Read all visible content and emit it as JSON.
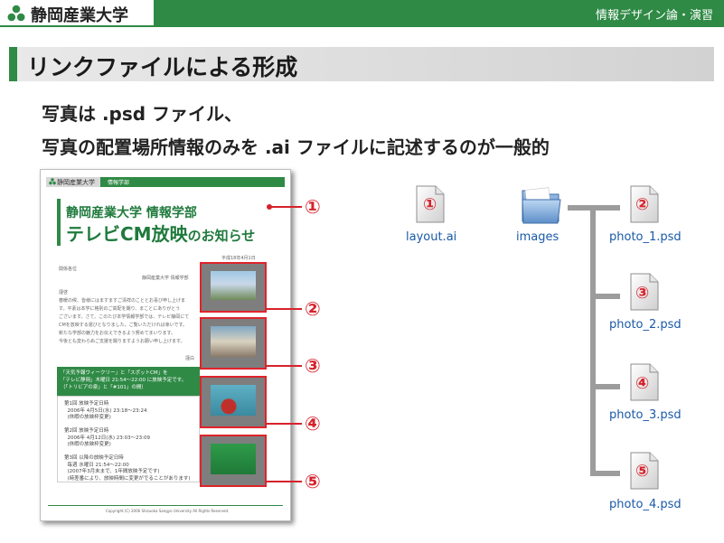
{
  "header": {
    "logo_text": "静岡産業大学",
    "course": "情報デザイン論・演習"
  },
  "title": "リンクファイルによる形成",
  "bullets": [
    "写真は .psd ファイル、",
    "写真の配置場所情報のみを .ai ファイルに記述するのが一般的"
  ],
  "document": {
    "logo": "静岡産業大学",
    "tag": "情報学部",
    "title_line1": "静岡産業大学 情報学部",
    "title_line2_main": "テレビCM放映",
    "title_line2_sub": "のお知らせ",
    "date_line": "平成18年4月1日",
    "recipient": "関係各位",
    "sender": "静岡産業大学 情報学部",
    "greeting": "謹啓",
    "body_lines": [
      "春暖の候、皆様にはますますご清祥のこととお喜び申し上げま",
      "す。平素は本学に格別のご高配を賜り、まことにありがとう",
      "ございます。さて、このたび本学情報学部では、テレビ静岡にて",
      "CMを放映する運びとなりました。ご覧いただければ幸いです。",
      "新たな学部の魅力をお伝えできるよう努めてまいります。",
      "今後とも変わらぬご支援を賜りますようお願い申し上げます。"
    ],
    "closing": "謹白",
    "notice_lines": [
      "「天気予報ウィークリー」と「スポットCM」を",
      "「テレビ静岡」木曜日 21:54〜22:00 に放映予定です。",
      "（「トリビアの泉」と「#101」の間）"
    ],
    "schedule_text": "第1回 放映予定日時\n  2006年 4月5日(水) 23:18〜23:24\n  (休暇の放映枠変更)\n\n第2回 放映予定日時\n  2006年 4月12日(水) 23:03〜23:09\n  (休暇の放映枠変更)\n\n第3回 以降の放映予定日時\n  毎週 水曜日 21:54〜22:00\n  (2007年3月末まで、1年間放映予定です)\n  (時差番により、放映時間に変更がでることがあります)",
    "footer": "Copyright (C) 2006 Shizuoka Sangyo University All Rights Reserved."
  },
  "callouts": [
    "①",
    "②",
    "③",
    "④",
    "⑤"
  ],
  "files": {
    "layout": {
      "number": "①",
      "label": "layout.ai",
      "icon": "document-icon"
    },
    "images": {
      "label": "images",
      "icon": "folder-icon"
    },
    "photos": [
      {
        "number": "②",
        "label": "photo_1.psd",
        "icon": "document-icon"
      },
      {
        "number": "③",
        "label": "photo_2.psd",
        "icon": "document-icon"
      },
      {
        "number": "④",
        "label": "photo_3.psd",
        "icon": "document-icon"
      },
      {
        "number": "⑤",
        "label": "photo_4.psd",
        "icon": "document-icon"
      }
    ]
  },
  "colors": {
    "brand_green": "#2f8a45",
    "callout_red": "#d7222b",
    "link_blue": "#1a5aa8"
  }
}
